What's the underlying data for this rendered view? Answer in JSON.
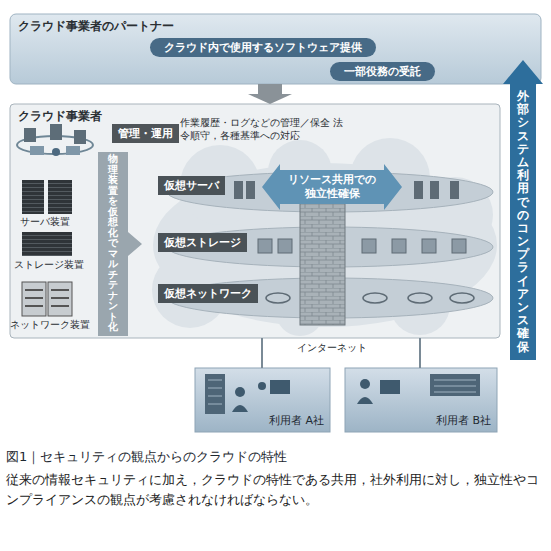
{
  "diagram": {
    "title": "図1｜セキュリティの観点からのクラウドの特性",
    "caption": "従来の情報セキュリティに加え，クラウドの特性である共用，社外利用に対し，独立性やコンプライアンスの観点が考慮されなければならない。",
    "nodes": [
      {
        "text": [
          "クラウド事業者のパートナー"
        ]
      },
      {
        "text": [
          "クラウド内で使用するソフトウェア提供"
        ],
        "in": 0
      },
      {
        "text": [
          "一部役務の受託"
        ],
        "in": 0
      },
      {
        "text": [
          "クラウド事業者"
        ]
      },
      {
        "text": [
          "管理・運用"
        ],
        "in": 3
      },
      {
        "text": [
          "物理装置を仮想化でマルチテナント化"
        ],
        "in": 3
      },
      {
        "text": [
          "リソース共用での独立性確保"
        ],
        "in": 3
      },
      {
        "text": [
          "仮想サーバ"
        ],
        "in": 3
      },
      {
        "text": [
          "仮想ストレージ"
        ],
        "in": 3
      },
      {
        "text": [
          "仮想ネットワーク"
        ],
        "in": 3
      },
      {
        "text": [
          "外部システム利用でのコンプライアンス確保"
        ]
      },
      {
        "text": [
          "利用者 A社"
        ]
      },
      {
        "text": [
          "利用者 B社"
        ]
      }
    ],
    "edges": [
      {
        "from": 0,
        "to": 3,
        "arrow": "to"
      },
      {
        "from": 3,
        "to": 11,
        "arrow": "none"
      },
      {
        "from": 3,
        "to": 12,
        "arrow": "none"
      }
    ],
    "labels": [
      "作業履歴・ログなどの管理／保全 法令順守，各種基準への対応",
      "サーバ装置",
      "ストレージ装置",
      "ネットワーク装置",
      "インターネット"
    ]
  }
}
